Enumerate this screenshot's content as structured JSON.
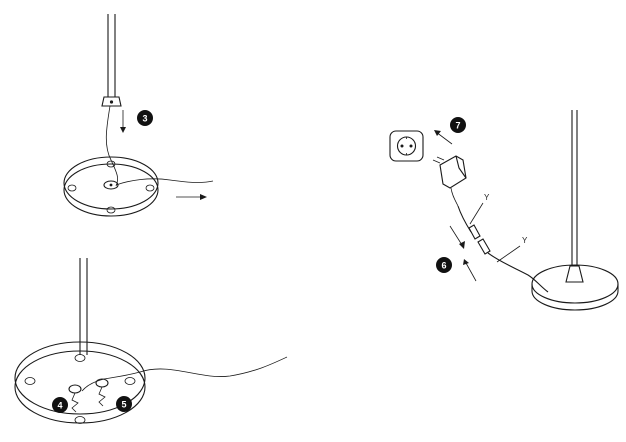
{
  "steps": {
    "s3": "3",
    "s4": "4",
    "s5": "5",
    "s6": "6",
    "s7": "7"
  },
  "labels": {
    "y_upper": "Y",
    "y_lower": "Y"
  },
  "colors": {
    "line": "#1a1a1a",
    "badge": "#111111"
  },
  "icons": {
    "outlet": "power-outlet-icon",
    "adapter": "power-adapter-icon"
  }
}
